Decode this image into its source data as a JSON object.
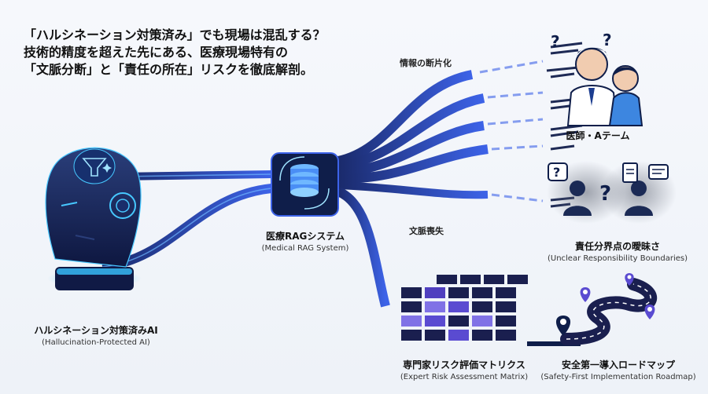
{
  "headline": {
    "line1": "「ハルシネーション対策済み」でも現場は混乱する？",
    "line2": "技術的精度を超えた先にある、医療現場特有の",
    "line3": "「文脈分断」と「責任の所在」リスクを徹底解剖。"
  },
  "nodes": {
    "ai": {
      "ja": "ハルシネーション対策済みAI",
      "en": "(Hallucination-Protected AI)"
    },
    "rag": {
      "ja": "医療RAGシステム",
      "en": "(Medical RAG System)"
    },
    "team": {
      "ja": "医師・Aテーム"
    },
    "responsibility": {
      "ja": "責任分界点の曖昧さ",
      "en": "(Unclear Responsibility Boundaries)"
    },
    "matrix": {
      "ja": "専門家リスク評価マトリクス",
      "en": "(Expert Risk Assessment Matrix)"
    },
    "roadmap": {
      "ja": "安全第一導入ロードマップ",
      "en": "(Safety-First Implementation Roadmap)"
    }
  },
  "flow_labels": {
    "fragmentation": "情報の断片化",
    "context_loss": "文脈喪失"
  },
  "colors": {
    "navy": "#0f1e4a",
    "flow_blue": "#2b4fd6",
    "glow_cyan": "#47c8ff",
    "purple": "#5a4bd1",
    "dark_indigo": "#1a1f4f"
  },
  "icons": {
    "ai": "funnel-sparkle-icon",
    "rag": "database-icon",
    "team": "doctor-nurse-icon",
    "responsibility": "question-people-icon",
    "roadmap": "winding-road-pins-icon"
  }
}
